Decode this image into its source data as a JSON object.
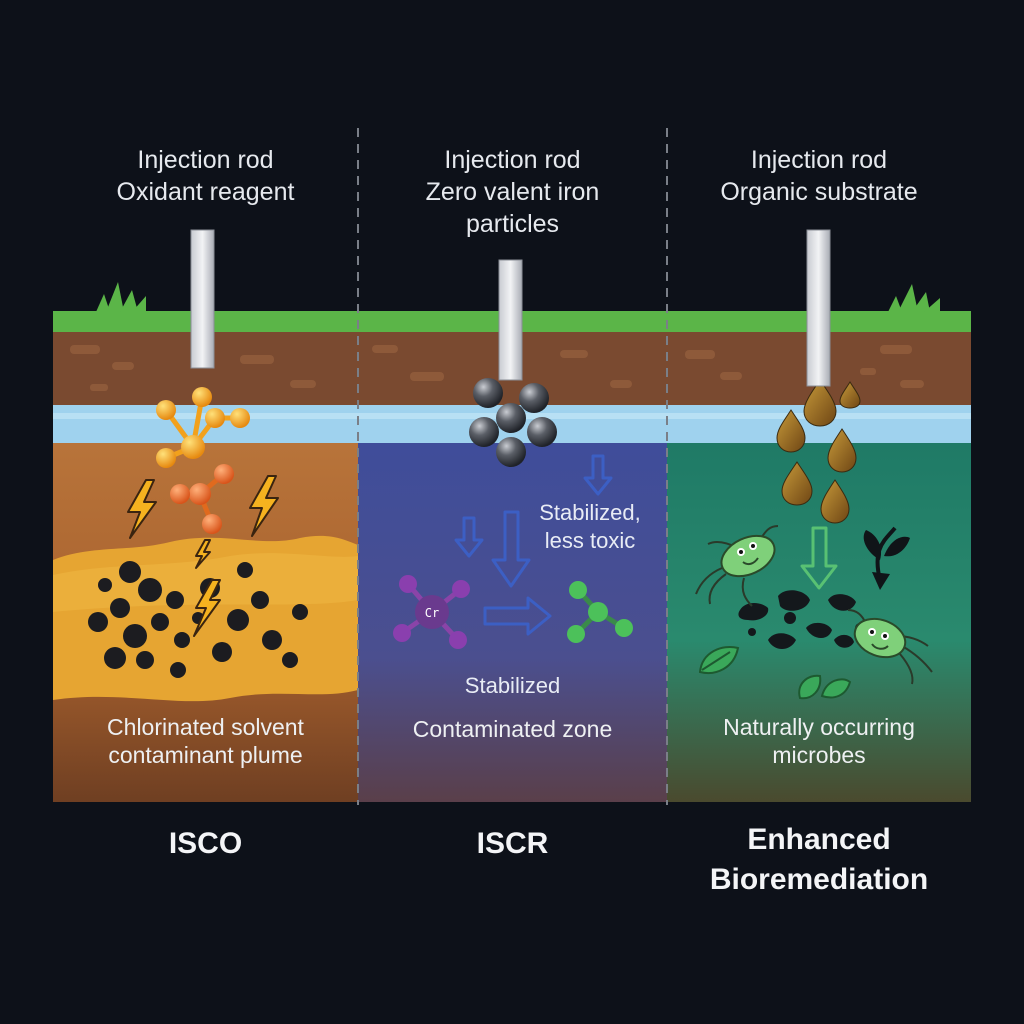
{
  "panels": [
    {
      "top_label_line1": "Injection rod",
      "top_label_line2": "Oxidant reagent",
      "zone_label_line1": "Chlorinated solvent",
      "zone_label_line2": "contaminant plume",
      "method": "ISCO",
      "soil_color": "#b8743a"
    },
    {
      "top_label_line1": "Injection rod",
      "top_label_line2": "Zero valent iron",
      "top_label_line3": "particles",
      "annotation_stabilized_line1": "Stabilized,",
      "annotation_stabilized_line2": "less toxic",
      "annotation_stabilized_short": "Stabilized",
      "annotation_cr": "Cr",
      "zone_label": "Contaminated zone",
      "method": "ISCR",
      "soil_color": "#3f4d9a"
    },
    {
      "top_label_line1": "Injection rod",
      "top_label_line2": "Organic substrate",
      "zone_label_line1": "Naturally occurring",
      "zone_label_line2": "microbes",
      "method_line1": "Enhanced",
      "method_line2": "Bioremediation",
      "soil_color": "#23806a"
    }
  ],
  "colors": {
    "background": "#0d1119",
    "grass": "#5bb548",
    "topsoil": "#7a4a30",
    "water_table": "#9fd2ee",
    "oxidant": "#f4a21c",
    "iron": "#3c4048",
    "substrate": "#9a6a1e",
    "microbe": "#7fd07a"
  }
}
